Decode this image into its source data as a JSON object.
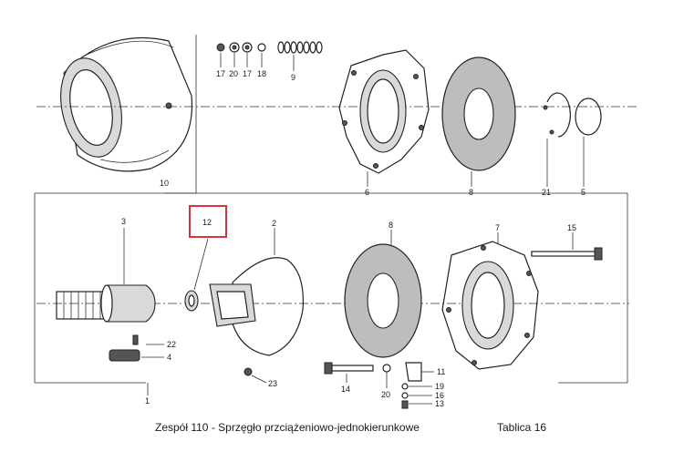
{
  "caption": "Zespół 110 - Sprzęgło przciążeniowo-jednokierunkowe",
  "table_ref": "Tablica 16",
  "highlight_color": "#d9343b",
  "labels": {
    "p1": "1",
    "p2": "2",
    "p3": "3",
    "p4": "4",
    "p5": "5",
    "p6": "6",
    "p7": "7",
    "p8a": "8",
    "p8b": "8",
    "p9": "9",
    "p10": "10",
    "p11": "11",
    "p12": "12",
    "p13": "13",
    "p14": "14",
    "p15": "15",
    "p16": "16",
    "p17a": "17",
    "p17b": "17",
    "p18": "18",
    "p19": "19",
    "p20a": "20",
    "p20b": "20",
    "p21": "21",
    "p22": "22",
    "p23": "23"
  }
}
